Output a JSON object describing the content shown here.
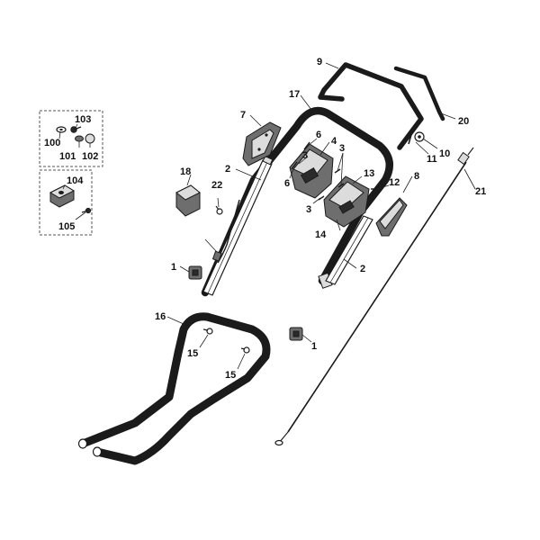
{
  "diagram": {
    "labels": {
      "p1a": "1",
      "p1b": "1",
      "p2a": "2",
      "p2b": "2",
      "p3a": "3",
      "p3b": "3",
      "p3c": "3",
      "p4": "4",
      "p6a": "6",
      "p6b": "6",
      "p7": "7",
      "p8": "8",
      "p9": "9",
      "p10": "10",
      "p11": "11",
      "p12": "12",
      "p13": "13",
      "p14": "14",
      "p15a": "15",
      "p15b": "15",
      "p16": "16",
      "p17": "17",
      "p18": "18",
      "p20": "20",
      "p21": "21",
      "p22": "22",
      "p100": "100",
      "p101": "101",
      "p102": "102",
      "p103": "103",
      "p104": "104",
      "p105": "105"
    }
  }
}
